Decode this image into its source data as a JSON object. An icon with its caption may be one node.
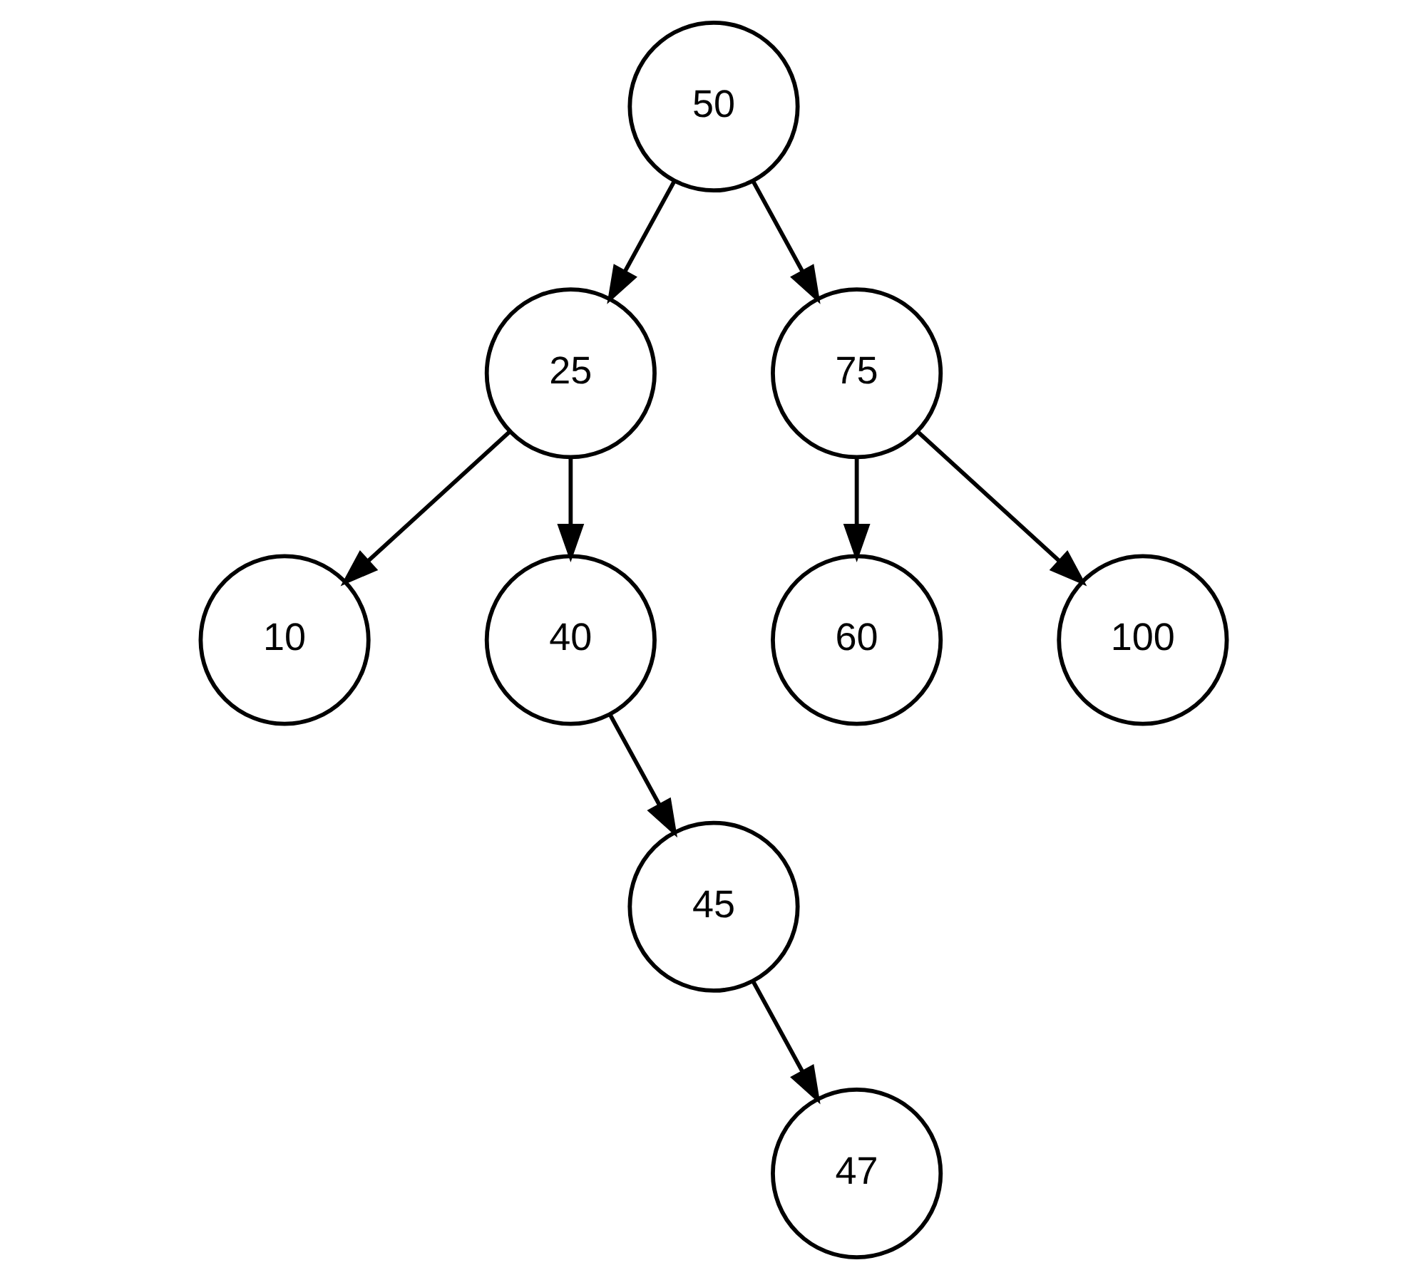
{
  "diagram": {
    "nodes": [
      {
        "text": [
          "50"
        ]
      },
      {
        "text": [
          "25"
        ]
      },
      {
        "text": [
          "75"
        ]
      },
      {
        "text": [
          "10"
        ]
      },
      {
        "text": [
          "40"
        ]
      },
      {
        "text": [
          "60"
        ]
      },
      {
        "text": [
          "100"
        ]
      },
      {
        "text": [
          "45"
        ]
      },
      {
        "text": [
          "47"
        ]
      }
    ],
    "edges": [
      {
        "from": 0,
        "to": 1,
        "arrow": "to"
      },
      {
        "from": 0,
        "to": 2,
        "arrow": "to"
      },
      {
        "from": 1,
        "to": 3,
        "arrow": "to"
      },
      {
        "from": 1,
        "to": 4,
        "arrow": "to"
      },
      {
        "from": 2,
        "to": 5,
        "arrow": "to"
      },
      {
        "from": 2,
        "to": 6,
        "arrow": "to"
      },
      {
        "from": 4,
        "to": 7,
        "arrow": "to"
      },
      {
        "from": 7,
        "to": 8,
        "arrow": "to"
      }
    ]
  }
}
